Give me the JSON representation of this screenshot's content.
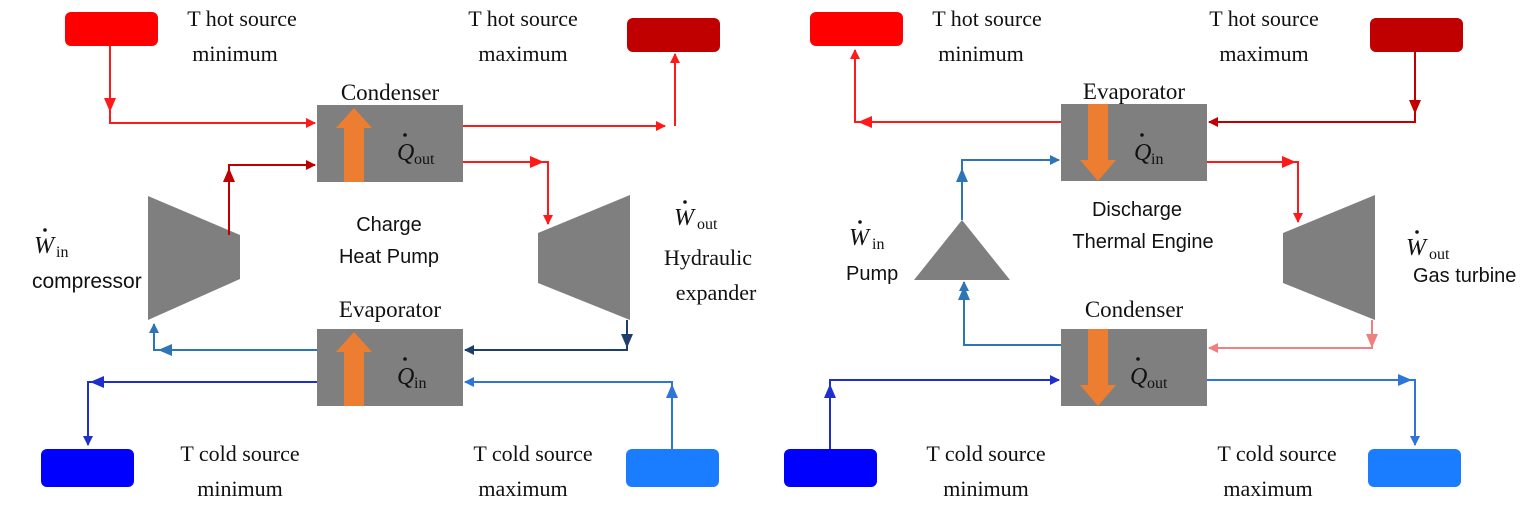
{
  "charge": {
    "hot_min": [
      "T hot source",
      "minimum"
    ],
    "hot_max": [
      "T hot source",
      "maximum"
    ],
    "cold_min": [
      "T cold source",
      "minimum"
    ],
    "cold_max": [
      "T cold source",
      "maximum"
    ],
    "condenser": "Condenser",
    "evaporator": "Evaporator",
    "q_out": {
      "var": "Q",
      "sub": "out"
    },
    "q_in": {
      "var": "Q",
      "sub": "in"
    },
    "center": [
      "Charge",
      "Heat Pump"
    ],
    "w_in": {
      "var": "W",
      "sub": "in",
      "caption": "compressor"
    },
    "w_out": {
      "var": "W",
      "sub": "out",
      "caption": [
        "Hydraulic",
        "expander"
      ]
    }
  },
  "discharge": {
    "hot_min": [
      "T hot source",
      "minimum"
    ],
    "hot_max": [
      "T hot source",
      "maximum"
    ],
    "cold_min": [
      "T cold source",
      "minimum"
    ],
    "cold_max": [
      "T cold source",
      "maximum"
    ],
    "evaporator": "Evaporator",
    "condenser": "Condenser",
    "q_in": {
      "var": "Q",
      "sub": "in"
    },
    "q_out": {
      "var": "Q",
      "sub": "out"
    },
    "center": [
      "Discharge",
      "Thermal Engine"
    ],
    "w_in": {
      "var": "W",
      "sub": "in",
      "caption": "Pump"
    },
    "w_out": {
      "var": "W",
      "sub": "out",
      "caption": "Gas turbine"
    }
  },
  "colors": {
    "hot_min": "#ff0000",
    "hot_max": "#c00000",
    "hot_line": "#ff2020",
    "hot_dark": "#c00000",
    "cold_min": "#0000ff",
    "cold_max": "#1a7cff",
    "cold_line_dark": "#1f2fcc",
    "cold_line": "#2e75d9",
    "steel": "#2e75b6",
    "navy": "#1f3f6b",
    "pink": "#f08080",
    "box": "#7f7f7f",
    "heat_arrow": "#ed7d31"
  }
}
